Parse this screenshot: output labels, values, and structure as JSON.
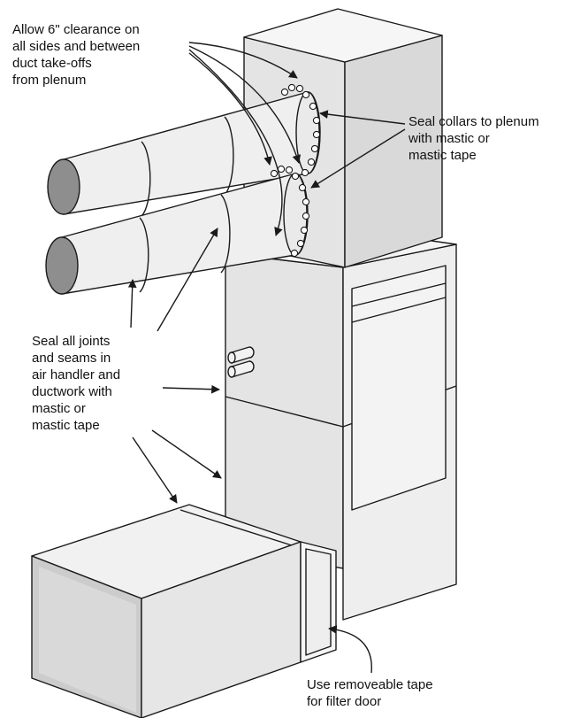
{
  "callouts": {
    "clearance": [
      "Allow 6\" clearance on",
      "all sides and between",
      "duct take-offs",
      "from plenum"
    ],
    "collars": [
      "Seal collars to plenum",
      "with mastic or",
      "mastic tape"
    ],
    "joints": [
      "Seal all joints",
      "and seams in",
      "air handler and",
      "ductwork with",
      "mastic or",
      "mastic tape"
    ],
    "tape": [
      "Use removeable tape",
      "for filter door"
    ]
  },
  "colors": {
    "line": "#1a1a1a",
    "face_light": "#eeeeee",
    "face_mid": "#e2e2e2",
    "face_dark": "#d4d4d4",
    "duct_end": "#8a8a8a"
  }
}
